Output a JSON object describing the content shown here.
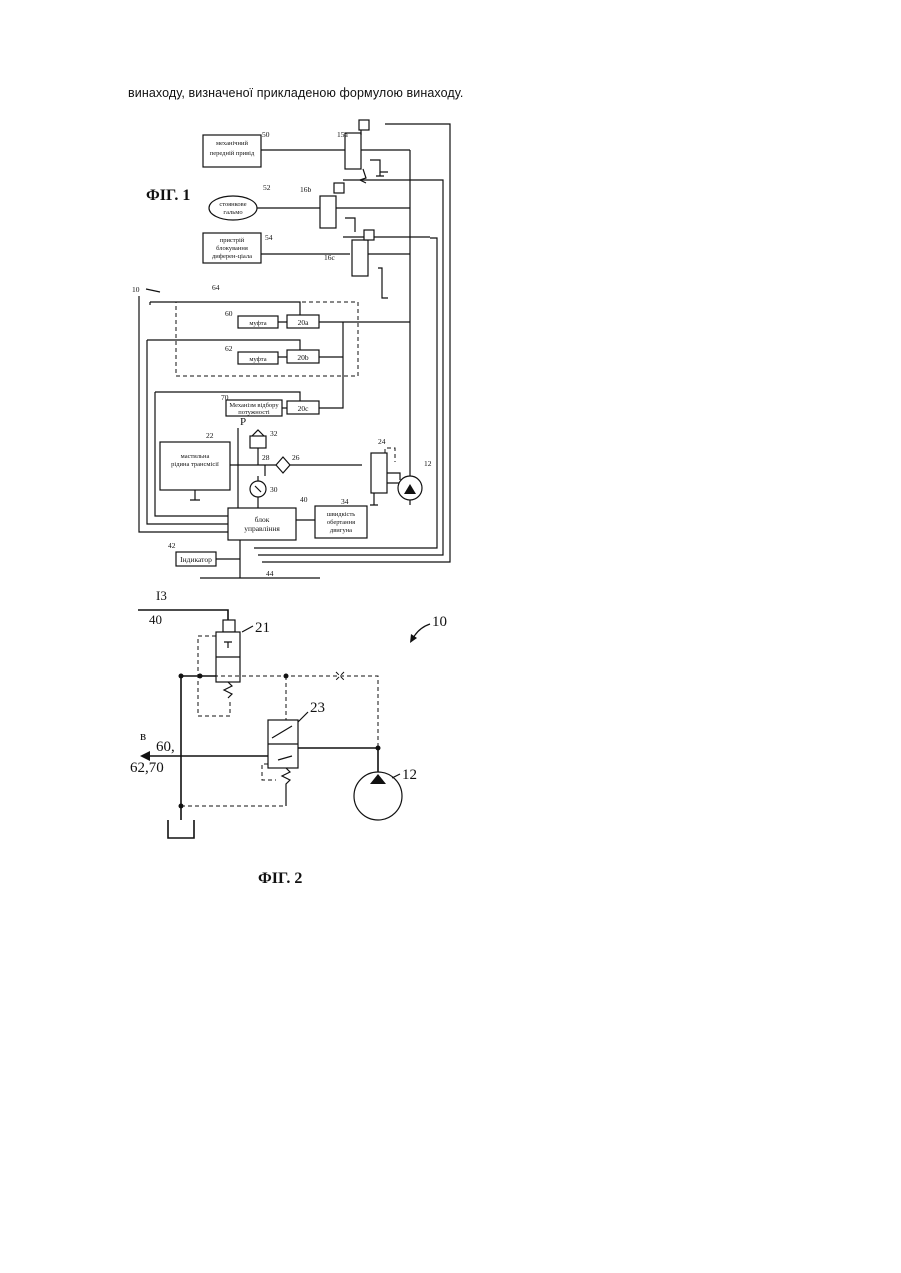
{
  "top_text": "винаходу, визначеної прикладеною формулою винаходу.",
  "fig1": {
    "title": "ФІГ. 1",
    "boxes": {
      "mech_drive": [
        "механічний",
        "передній привід"
      ],
      "parking_brake": [
        "стоянкове",
        "гальмо"
      ],
      "diff_lock": [
        "пристрій",
        "блокування",
        "диферен-ціала"
      ],
      "clutch1": "муфта",
      "clutch2": "муфта",
      "pto": [
        "Механізм відбору",
        "потужності"
      ],
      "transmission_fluid": [
        "мастильна",
        "рідина трансмісії"
      ],
      "control_unit": [
        "блок",
        "управління"
      ],
      "engine_speed": [
        "швидкість",
        "обертання",
        "двигуна"
      ],
      "indicator": "Індикатор",
      "v20a": "20a",
      "v20b": "20b",
      "v20c": "20c"
    },
    "refs": {
      "r50": "50",
      "r52": "52",
      "r54": "54",
      "r15a": "15a",
      "r16b": "16b",
      "r16c": "16c",
      "r10": "10",
      "r64": "64",
      "r60": "60",
      "r62": "62",
      "r70": "70",
      "r22": "22",
      "r32": "32",
      "rP": "P",
      "r28": "28",
      "r26": "26",
      "r24": "24",
      "r12": "12",
      "r30": "30",
      "r40": "40",
      "r34": "34",
      "r42": "42",
      "r44": "44"
    }
  },
  "fig2": {
    "title": "ФІГ. 2",
    "refs": {
      "i3": "I3",
      "r40": "40",
      "r21": "21",
      "r10": "10",
      "r23": "23",
      "rB": "в",
      "r60": "60,",
      "r6270": "62,70",
      "r12": "12"
    }
  }
}
